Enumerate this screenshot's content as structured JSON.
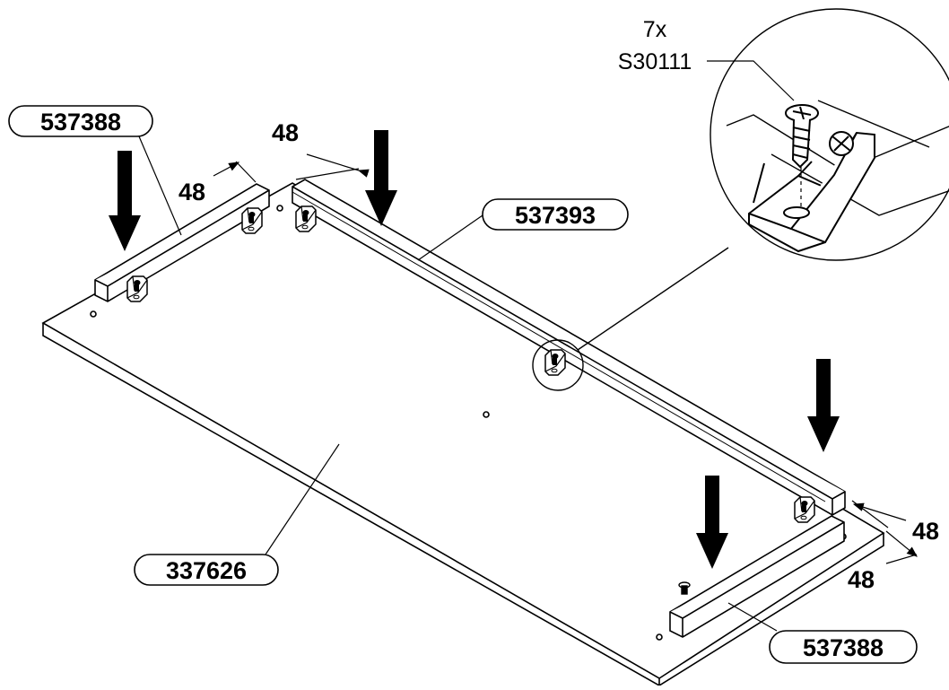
{
  "parts": {
    "board": "337626",
    "rail_long": "537393",
    "rail_short_left": "537388",
    "rail_short_right": "537388"
  },
  "screw_callout": {
    "quantity": "7x",
    "part": "S30111"
  },
  "dimensions": {
    "top_left_vertical": "48",
    "top_left_horizontal": "48",
    "right_upper": "48",
    "right_lower": "48"
  },
  "colors": {
    "ink": "#000000",
    "paper": "#ffffff"
  }
}
